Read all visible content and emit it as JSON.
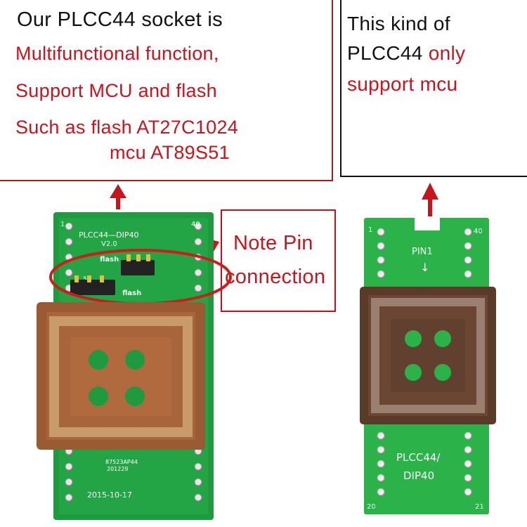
{
  "left_box": {
    "line1": "Our PLCC44 socket is",
    "line2": "Multifunctional function,",
    "line3": "Support MCU and flash",
    "line4": "Such as flash AT27C1024",
    "line5": "mcu  AT89S51"
  },
  "right_box": {
    "line1": "This kind of",
    "line2_a": "PLCC44",
    "line2_b": "only",
    "line3": "support mcu"
  },
  "note_box": {
    "line1": "Note Pin",
    "line2": "connection"
  },
  "left_board": {
    "title": "PLCC44—DIP40",
    "version": "V2.0",
    "jumper_label_top": "flash",
    "jumper_label_mid": "51",
    "jumper_label_bottom": "flash",
    "pin_top_left": "1",
    "pin_top_right": "40",
    "chip_text_1": "87523AP44",
    "chip_text_2": "201229",
    "date": "2015-10-17"
  },
  "right_board": {
    "pin1_label": "PIN1",
    "pin_top_left": "1",
    "pin_top_right": "40",
    "label_1": "PLCC44/",
    "label_2": "DIP40",
    "pin_bottom_left": "20",
    "pin_bottom_right": "21"
  },
  "colors": {
    "accent_red": "#c8141c",
    "board_green_left": "#1f9a3f",
    "board_green_right": "#2bb34a",
    "socket_brown_left": "#9a5a34",
    "socket_brown_right": "#5a3b2a"
  }
}
